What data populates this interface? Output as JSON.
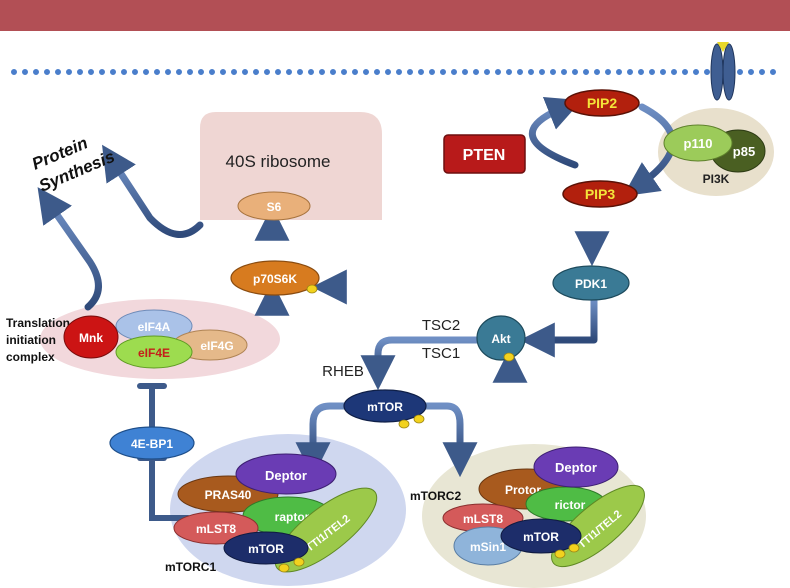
{
  "diagram": {
    "ribosome": "40S ribosome",
    "protein_synthesis": [
      "Protein",
      "Synthesis"
    ],
    "translation_complex": [
      "Translation",
      "initiation",
      "complex"
    ],
    "pi3k": "PI3K",
    "rheb": "RHEB",
    "tsc2": "TSC2",
    "tsc1": "TSC1",
    "mtorc1": "mTORC1",
    "mtorc2": "mTORC2",
    "nodes": {
      "pip2": "PIP2",
      "pip3": "PIP3",
      "pten": "PTEN",
      "p110": "p110",
      "p85": "p85",
      "pdk1": "PDK1",
      "akt": "Akt",
      "s6": "S6",
      "p70s6k": "p70S6K",
      "mnk": "Mnk",
      "eif4a": "eIF4A",
      "eif4e": "eIF4E",
      "eif4g": "eIF4G",
      "ebp1": "4E-BP1",
      "mtor_center": "mTOR",
      "c1_deptor": "Deptor",
      "c1_pras40": "PRAS40",
      "c1_raptor": "raptor",
      "c1_mlst8": "mLST8",
      "c1_mtor": "mTOR",
      "c1_tti1": "TTI1/TEL2",
      "c2_deptor": "Deptor",
      "c2_protor": "Protor",
      "c2_rictor": "rictor",
      "c2_mlst8": "mLST8",
      "c2_msin1": "mSin1",
      "c2_mtor": "mTOR",
      "c2_tti1": "TTI1/TEL2"
    }
  }
}
